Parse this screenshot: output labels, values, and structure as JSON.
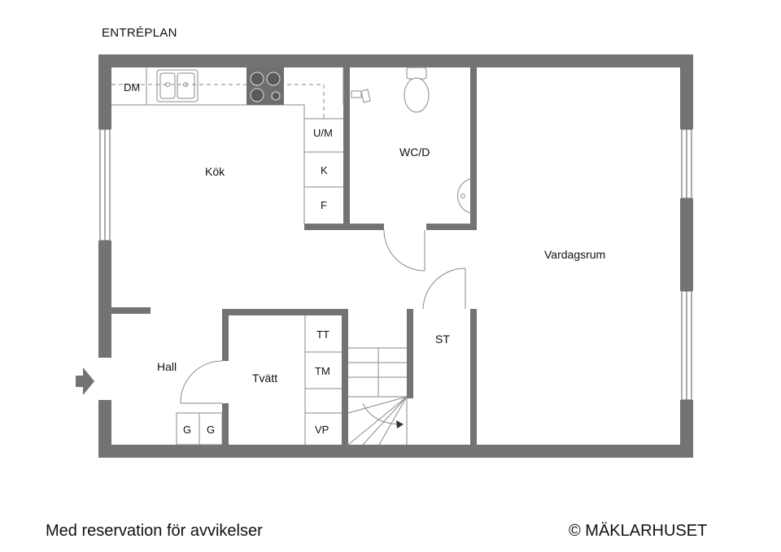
{
  "plan": {
    "title": "ENTRÉPLAN",
    "disclaimer": "Med reservation för avvikelser",
    "copyright": "© MÄKLARHUSET"
  },
  "rooms": {
    "kitchen": "Kök",
    "wc": "WC/D",
    "living": "Vardagsrum",
    "hall": "Hall",
    "laundry": "Tvätt",
    "storage": "ST"
  },
  "fixtures": {
    "dishwasher": "DM",
    "microwave": "U/M",
    "fridge": "K",
    "freezer": "F",
    "dryer": "TT",
    "washer": "TM",
    "water_heater": "VP",
    "wardrobe_1": "G",
    "wardrobe_2": "G"
  },
  "colors": {
    "wall": "#737373",
    "line": "#8a8a8a",
    "stove": "#6e6e6e"
  },
  "icons": {
    "entrance": "entrance-arrow-icon"
  }
}
